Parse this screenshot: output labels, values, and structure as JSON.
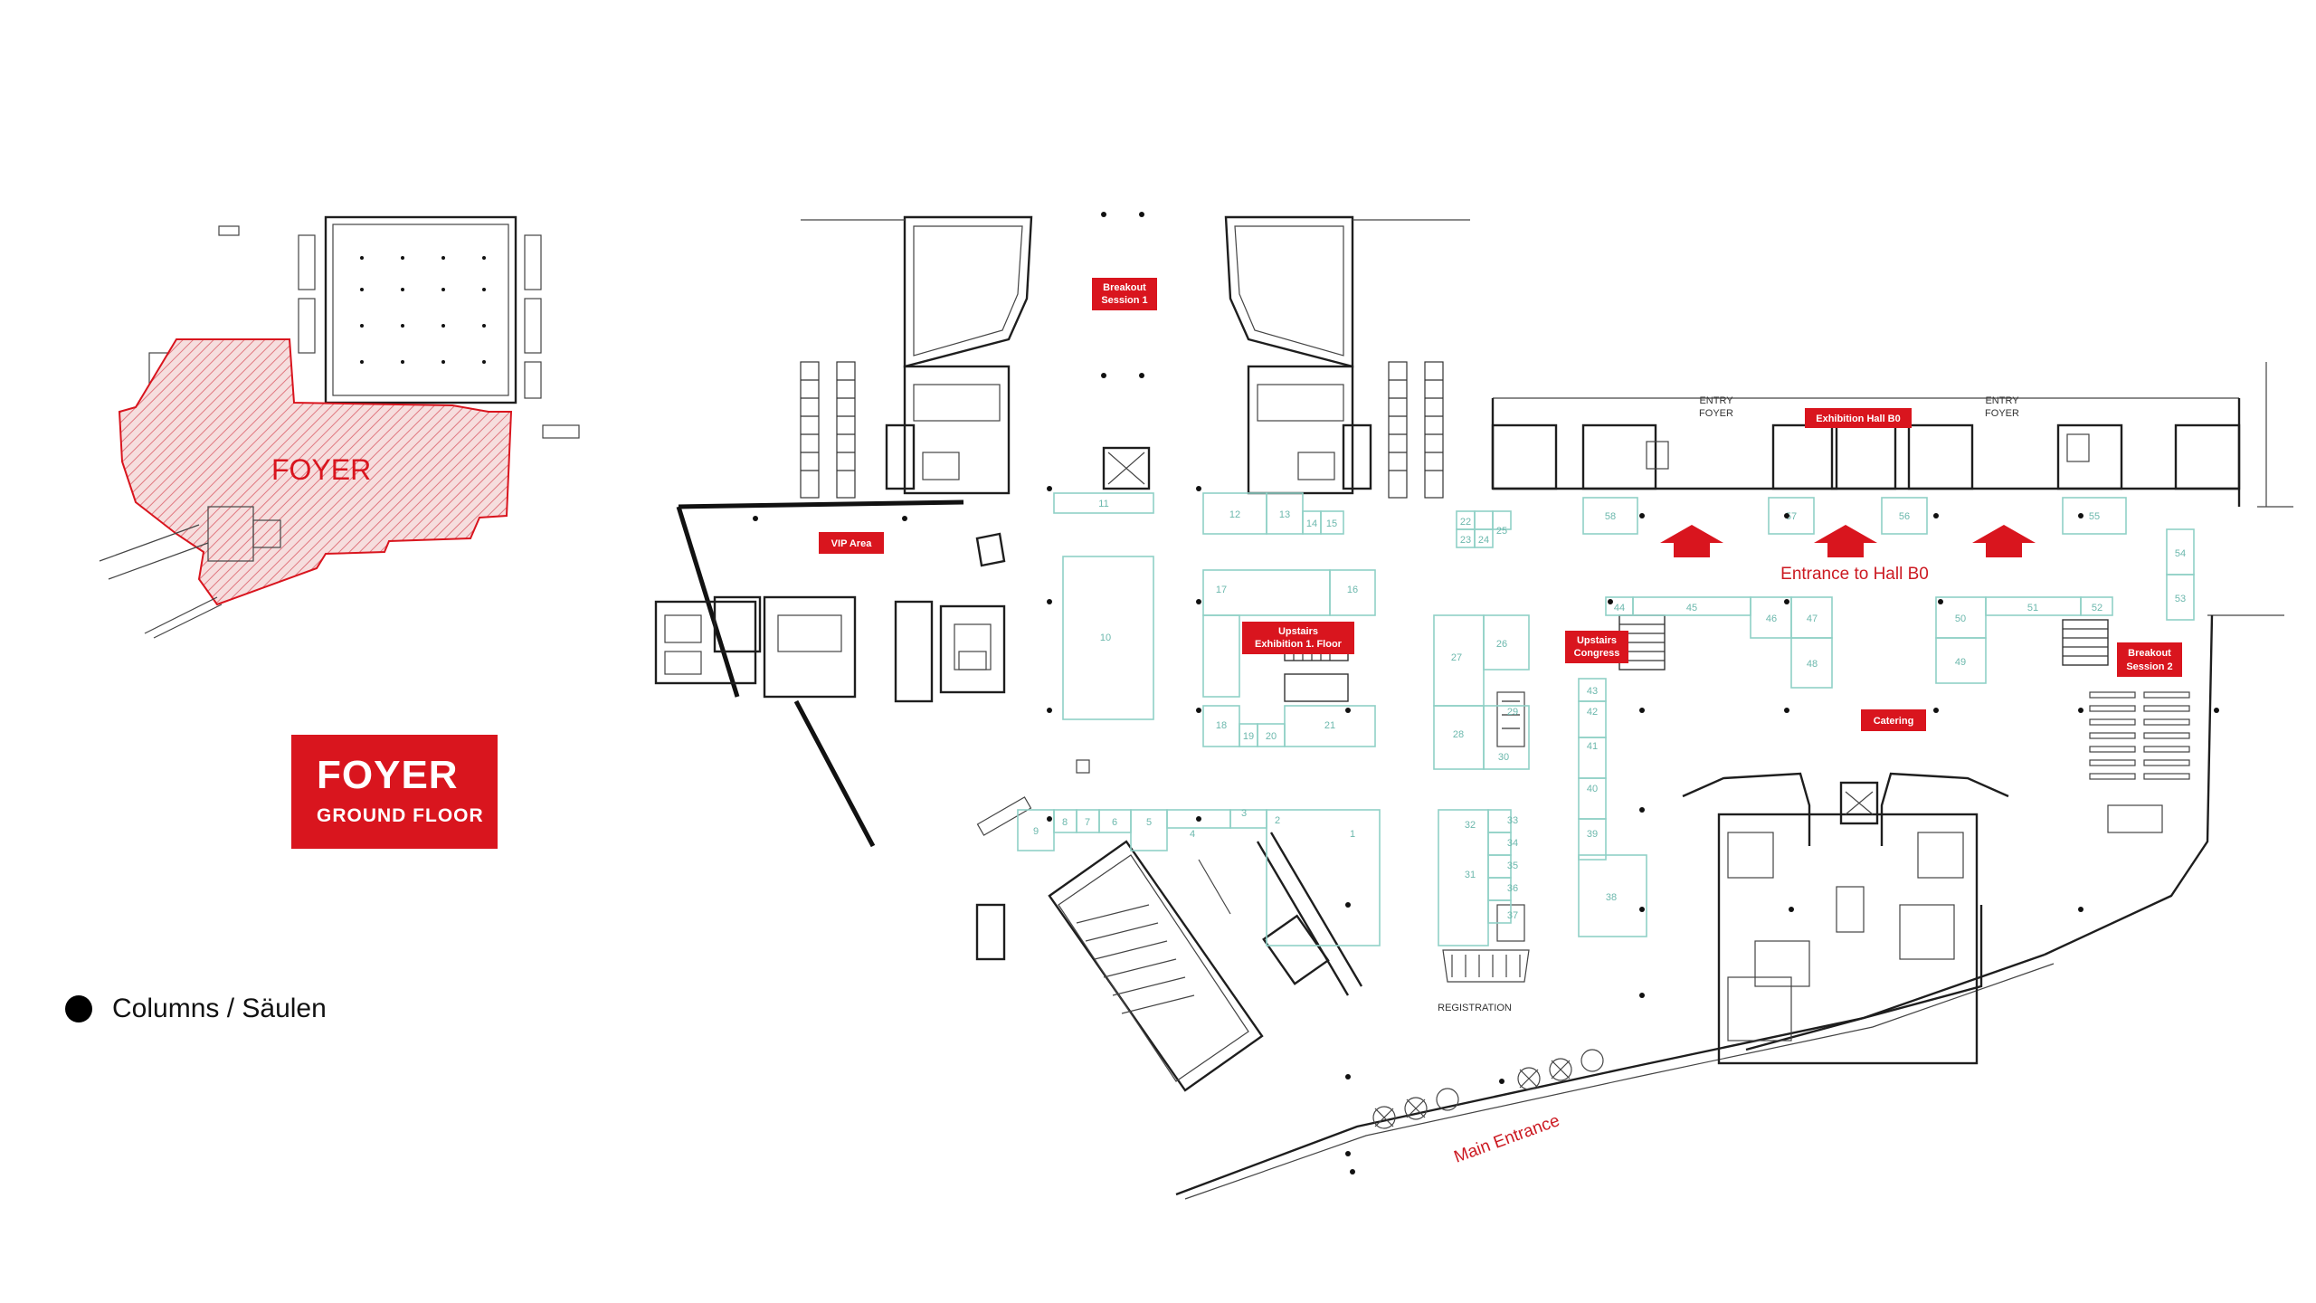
{
  "title": {
    "main": "FOYER",
    "sub": "GROUND FLOOR"
  },
  "legend": {
    "columns": "Columns / Säulen"
  },
  "overview": {
    "label": "FOYER"
  },
  "labels": {
    "breakout1": [
      "Breakout",
      "Session 1"
    ],
    "vip": "VIP Area",
    "exhibition_hall": "Exhibition Hall B0",
    "entry_foyer_1": [
      "ENTRY",
      "FOYER"
    ],
    "entry_foyer_2": [
      "ENTRY",
      "FOYER"
    ],
    "upstairs_exhibition": [
      "Upstairs",
      "Exhibition 1. Floor"
    ],
    "upstairs_congress": [
      "Upstairs",
      "Congress"
    ],
    "breakout2": [
      "Breakout",
      "Session 2"
    ],
    "catering": "Catering",
    "entrance_hall": "Entrance to Hall B0",
    "registration": "REGISTRATION",
    "main_entrance": "Main Entrance"
  },
  "booths": [
    "1",
    "2",
    "3",
    "4",
    "5",
    "6",
    "7",
    "8",
    "9",
    "10",
    "11",
    "12",
    "13",
    "14",
    "15",
    "16",
    "17",
    "18",
    "19",
    "20",
    "21",
    "22",
    "23",
    "24",
    "25",
    "26",
    "27",
    "28",
    "29",
    "30",
    "31",
    "32",
    "33",
    "34",
    "35",
    "36",
    "37",
    "38",
    "39",
    "40",
    "41",
    "42",
    "43",
    "44",
    "45",
    "46",
    "47",
    "48",
    "49",
    "50",
    "51",
    "52",
    "53",
    "54",
    "55",
    "56",
    "57",
    "58"
  ],
  "colors": {
    "accent": "#d9151e",
    "booth_outline": "#8fd0c6",
    "walls": "#1e1e1e"
  }
}
